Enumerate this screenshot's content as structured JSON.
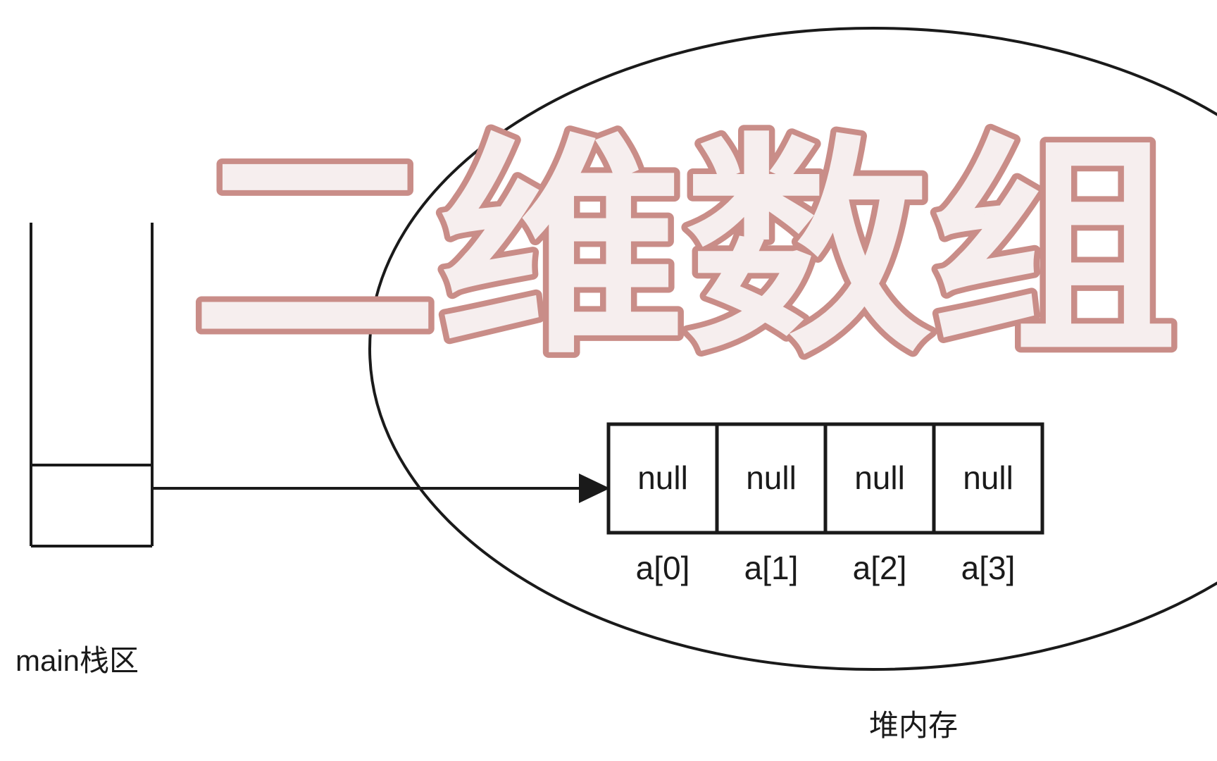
{
  "title_overlay": "二维数组",
  "stack": {
    "label": "main栈区"
  },
  "heap": {
    "label": "堆内存",
    "cells": [
      {
        "value": "null",
        "index_label": "a[0]"
      },
      {
        "value": "null",
        "index_label": "a[1]"
      },
      {
        "value": "null",
        "index_label": "a[2]"
      },
      {
        "value": "null",
        "index_label": "a[3]"
      }
    ]
  },
  "colors": {
    "line": "#1a1a1a",
    "title_fill": "#f6eeee",
    "title_outline": "#c98d88"
  }
}
